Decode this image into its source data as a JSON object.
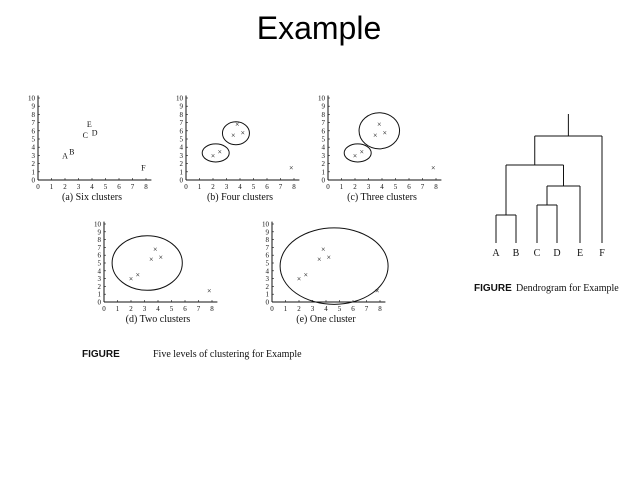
{
  "slide": {
    "title": "Example"
  },
  "axis_ticks": {
    "x": [
      "0",
      "1",
      "2",
      "3",
      "4",
      "5",
      "6",
      "7",
      "8"
    ],
    "y": [
      "0",
      "1",
      "2",
      "3",
      "4",
      "5",
      "6",
      "7",
      "8",
      "9",
      "10"
    ]
  },
  "points": [
    {
      "label": "A",
      "x": 2,
      "y": 3
    },
    {
      "label": "B",
      "x": 2.5,
      "y": 3.5
    },
    {
      "label": "C",
      "x": 3.5,
      "y": 5.5
    },
    {
      "label": "D",
      "x": 4.2,
      "y": 5.8
    },
    {
      "label": "E",
      "x": 3.8,
      "y": 6.8
    },
    {
      "label": "F",
      "x": 7.8,
      "y": 1.5
    }
  ],
  "panels": [
    {
      "caption": "(a) Six clusters",
      "labeled": true,
      "ellipses": []
    },
    {
      "caption": "(b) Four clusters",
      "labeled": false,
      "ellipses": [
        {
          "cx": 2.2,
          "cy": 3.3,
          "rx": 1.0,
          "ry": 1.1
        },
        {
          "cx": 3.7,
          "cy": 5.7,
          "rx": 1.0,
          "ry": 1.4
        }
      ]
    },
    {
      "caption": "(c) Three clusters",
      "labeled": false,
      "ellipses": [
        {
          "cx": 2.2,
          "cy": 3.3,
          "rx": 1.0,
          "ry": 1.1
        },
        {
          "cx": 3.8,
          "cy": 6.0,
          "rx": 1.5,
          "ry": 2.2
        }
      ]
    },
    {
      "caption": "(d) Two clusters",
      "labeled": false,
      "ellipses": [
        {
          "cx": 3.2,
          "cy": 5.0,
          "rx": 2.6,
          "ry": 3.5
        }
      ]
    },
    {
      "caption": "(e) One cluster",
      "labeled": false,
      "ellipses": [
        {
          "cx": 4.6,
          "cy": 4.6,
          "rx": 4.0,
          "ry": 4.9
        }
      ]
    }
  ],
  "figure_left": {
    "label": "FIGURE",
    "text": "Five levels of clustering for Example"
  },
  "dendrogram": {
    "leaves": [
      "A",
      "B",
      "C",
      "D",
      "E",
      "F"
    ],
    "merges": [
      {
        "a": "A",
        "b": "B",
        "level": 1
      },
      {
        "a": "C",
        "b": "D",
        "level": 2
      },
      {
        "a": "CD",
        "b": "E",
        "level": 3
      },
      {
        "a": "AB",
        "b": "CDE",
        "level": 4
      },
      {
        "a": "ABCDE",
        "b": "F",
        "level": 5
      }
    ]
  },
  "figure_right": {
    "label": "FIGURE",
    "text": "Dendrogram for Example"
  }
}
